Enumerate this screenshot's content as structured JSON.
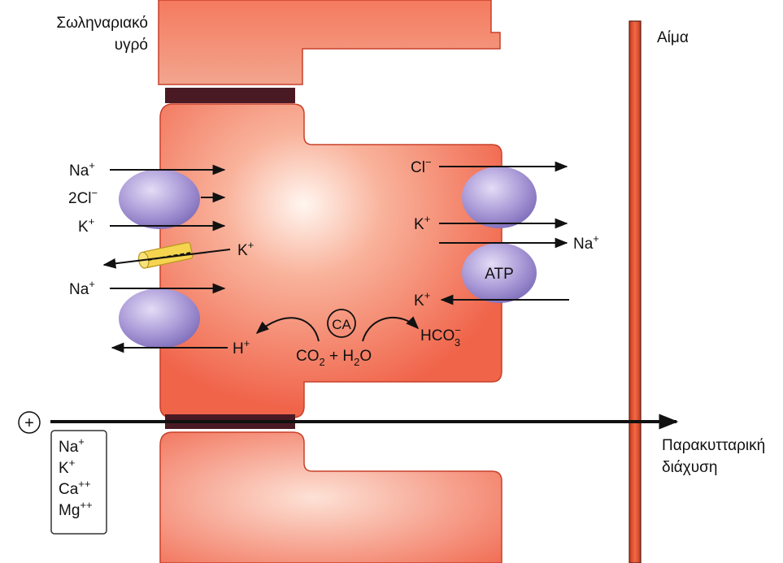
{
  "labels": {
    "lumen_line1": "Σωληναριακό",
    "lumen_line2": "υγρό",
    "blood": "Αίμα",
    "paracellular_line1": "Παρακυτταρική",
    "paracellular_line2": "διάχυση",
    "plus_sign": "+",
    "atp": "ATP",
    "ca": "CA"
  },
  "apical_ions": {
    "na_cotransport": {
      "base": "Na",
      "sup": "+"
    },
    "cl_cotransport": {
      "base": "2Cl",
      "sup": "−"
    },
    "k_cotransport": {
      "base": "K",
      "sup": "+"
    },
    "k_channel": {
      "base": "K",
      "sup": "+"
    },
    "na_exchange": {
      "base": "Na",
      "sup": "+"
    },
    "h_exchange": {
      "base": "H",
      "sup": "+"
    }
  },
  "basolateral_ions": {
    "cl_out": {
      "base": "Cl",
      "sup": "−"
    },
    "k_out": {
      "base": "K",
      "sup": "+"
    },
    "na_pump": {
      "base": "Na",
      "sup": "+"
    },
    "k_pump": {
      "base": "K",
      "sup": "+"
    }
  },
  "reaction": {
    "co2": "CO",
    "co2_sub": "2",
    "plus": " + H",
    "h2o_sub": "2",
    "o": "O",
    "hco3": "HCO",
    "hco3_sub": "3",
    "hco3_sup": "−"
  },
  "paracellular_ions": [
    {
      "base": "Na",
      "sup": "+"
    },
    {
      "base": "K",
      "sup": "+"
    },
    {
      "base": "Ca",
      "sup": "++"
    },
    {
      "base": "Mg",
      "sup": "++"
    }
  ],
  "colors": {
    "cell_fill": "#f0644a",
    "cell_light": "#fde8e0",
    "cell_edge": "#c8402a",
    "tight_junction": "#4a1a24",
    "transporter": "#9f8fcf",
    "channel": "#f2d04a",
    "blood_vessel": "#e8502c"
  }
}
